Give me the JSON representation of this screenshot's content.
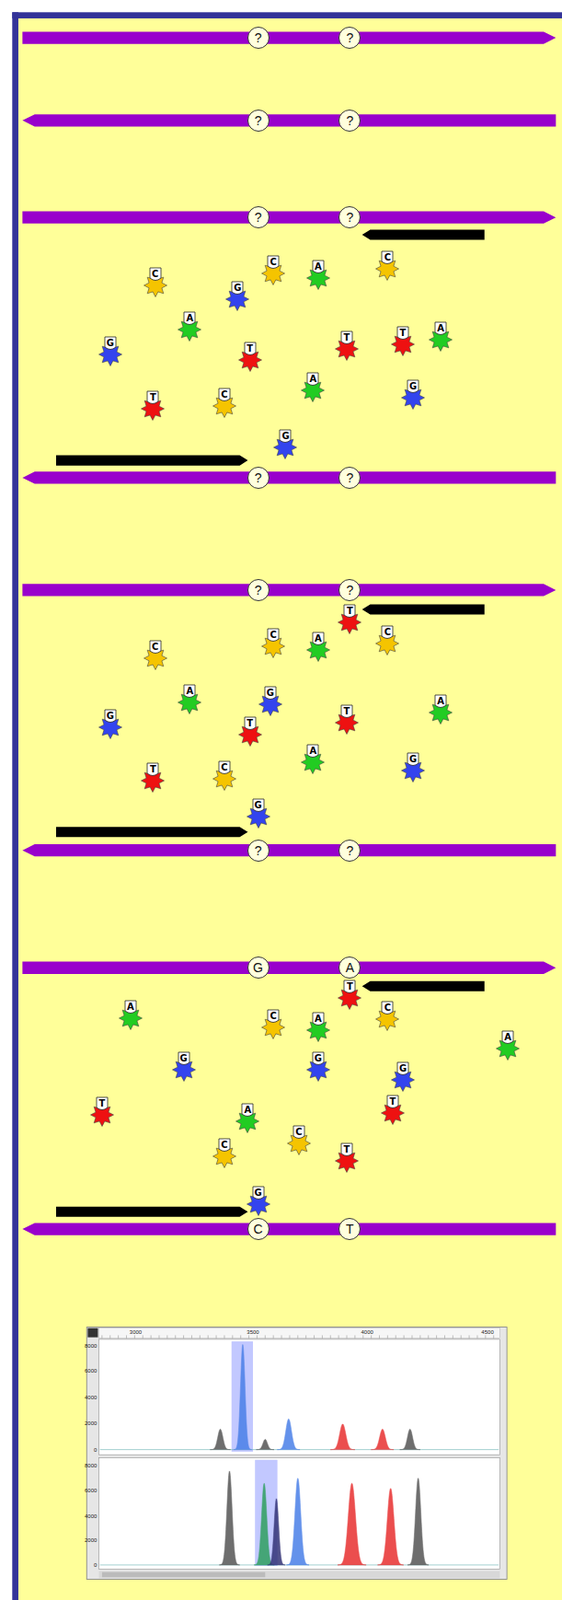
{
  "diagram": {
    "nodes": [
      {
        "text": [
          "?"
        ]
      },
      {
        "text": [
          "?"
        ]
      },
      {
        "text": [
          "?"
        ]
      },
      {
        "text": [
          "?"
        ]
      },
      {
        "text": [
          "?"
        ]
      },
      {
        "text": [
          "?"
        ]
      },
      {
        "text": [
          "C"
        ]
      },
      {
        "text": [
          "C"
        ]
      },
      {
        "text": [
          "A"
        ]
      },
      {
        "text": [
          "C"
        ]
      },
      {
        "text": [
          "G"
        ]
      },
      {
        "text": [
          "A"
        ]
      },
      {
        "text": [
          "G"
        ]
      },
      {
        "text": [
          "T"
        ]
      },
      {
        "text": [
          "T"
        ]
      },
      {
        "text": [
          "T"
        ]
      },
      {
        "text": [
          "A"
        ]
      },
      {
        "text": [
          "T"
        ]
      },
      {
        "text": [
          "C"
        ]
      },
      {
        "text": [
          "A"
        ]
      },
      {
        "text": [
          "G"
        ]
      },
      {
        "text": [
          "G"
        ]
      },
      {
        "text": [
          "?"
        ]
      },
      {
        "text": [
          "?"
        ]
      },
      {
        "text": [
          "?"
        ]
      },
      {
        "text": [
          "?"
        ]
      },
      {
        "text": [
          "T"
        ]
      },
      {
        "text": [
          "C"
        ]
      },
      {
        "text": [
          "C"
        ]
      },
      {
        "text": [
          "A"
        ]
      },
      {
        "text": [
          "C"
        ]
      },
      {
        "text": [
          "G"
        ]
      },
      {
        "text": [
          "A"
        ]
      },
      {
        "text": [
          "G"
        ]
      },
      {
        "text": [
          "T"
        ]
      },
      {
        "text": [
          "T"
        ]
      },
      {
        "text": [
          "A"
        ]
      },
      {
        "text": [
          "T"
        ]
      },
      {
        "text": [
          "C"
        ]
      },
      {
        "text": [
          "A"
        ]
      },
      {
        "text": [
          "G"
        ]
      },
      {
        "text": [
          "G"
        ]
      },
      {
        "text": [
          "?"
        ]
      },
      {
        "text": [
          "?"
        ]
      },
      {
        "text": [
          "G"
        ]
      },
      {
        "text": [
          "A"
        ]
      },
      {
        "text": [
          "T"
        ]
      },
      {
        "text": [
          "A"
        ]
      },
      {
        "text": [
          "C"
        ]
      },
      {
        "text": [
          "A"
        ]
      },
      {
        "text": [
          "C"
        ]
      },
      {
        "text": [
          "A"
        ]
      },
      {
        "text": [
          "G"
        ]
      },
      {
        "text": [
          "G"
        ]
      },
      {
        "text": [
          "G"
        ]
      },
      {
        "text": [
          "T"
        ]
      },
      {
        "text": [
          "A"
        ]
      },
      {
        "text": [
          "T"
        ]
      },
      {
        "text": [
          "C"
        ]
      },
      {
        "text": [
          "C"
        ]
      },
      {
        "text": [
          "T"
        ]
      },
      {
        "text": [
          "G"
        ]
      },
      {
        "text": [
          "C"
        ]
      },
      {
        "text": [
          "T"
        ]
      }
    ],
    "labels": [
      "3000",
      "3500",
      "4000",
      "4500",
      "0",
      "2000",
      "4000",
      "6000",
      "8000",
      "0",
      "2000",
      "4000",
      "6000",
      "8000"
    ]
  }
}
